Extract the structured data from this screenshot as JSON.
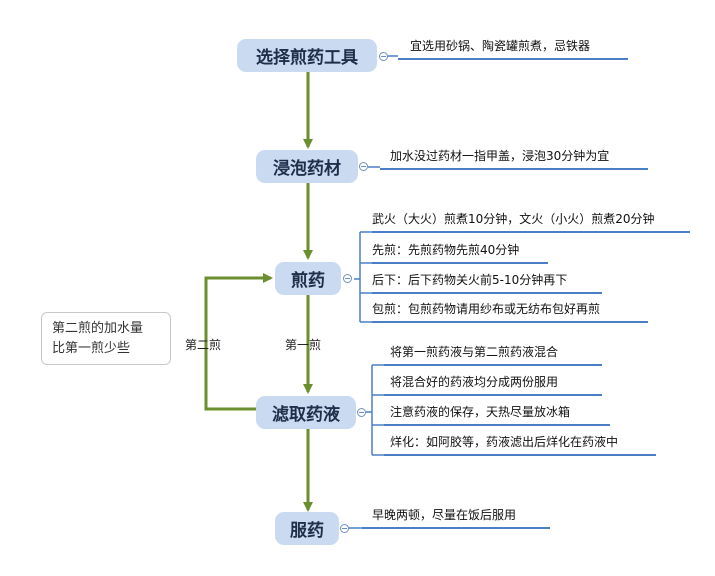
{
  "nodes": {
    "select_tools": "选择煎药工具",
    "soak": "浸泡药材",
    "decoct": "煎药",
    "filter": "滤取药液",
    "take": "服药"
  },
  "leaves": {
    "select_tools": [
      "宜选用砂锅、陶瓷罐煎煮，忌铁器"
    ],
    "soak": [
      "加水没过药材一指甲盖，浸泡30分钟为宜"
    ],
    "decoct": [
      "武火（大火）煎煮10分钟，文火（小火）煎煮20分钟",
      "先煎：先煎药物先煎40分钟",
      "后下：后下药物关火前5-10分钟再下",
      "包煎：包煎药物请用纱布或无纺布包好再煎"
    ],
    "filter": [
      "将第一煎药液与第二煎药液混合",
      "将混合好的药液均分成两份服用",
      "注意药液的保存，天热尽量放冰箱",
      "烊化：如阿胶等，药液滤出后烊化在药液中"
    ],
    "take": [
      "早晚两顿，尽量在饭后服用"
    ]
  },
  "edge_labels": {
    "first_decoction": "第一煎",
    "second_decoction": "第二煎"
  },
  "note": {
    "line1": "第二煎的加水量",
    "line2": "比第一煎少些"
  },
  "colors": {
    "node_fill": "#c9daf1",
    "flow_arrow": "#6b8e2f",
    "leaf_line": "#4a7fc7"
  }
}
